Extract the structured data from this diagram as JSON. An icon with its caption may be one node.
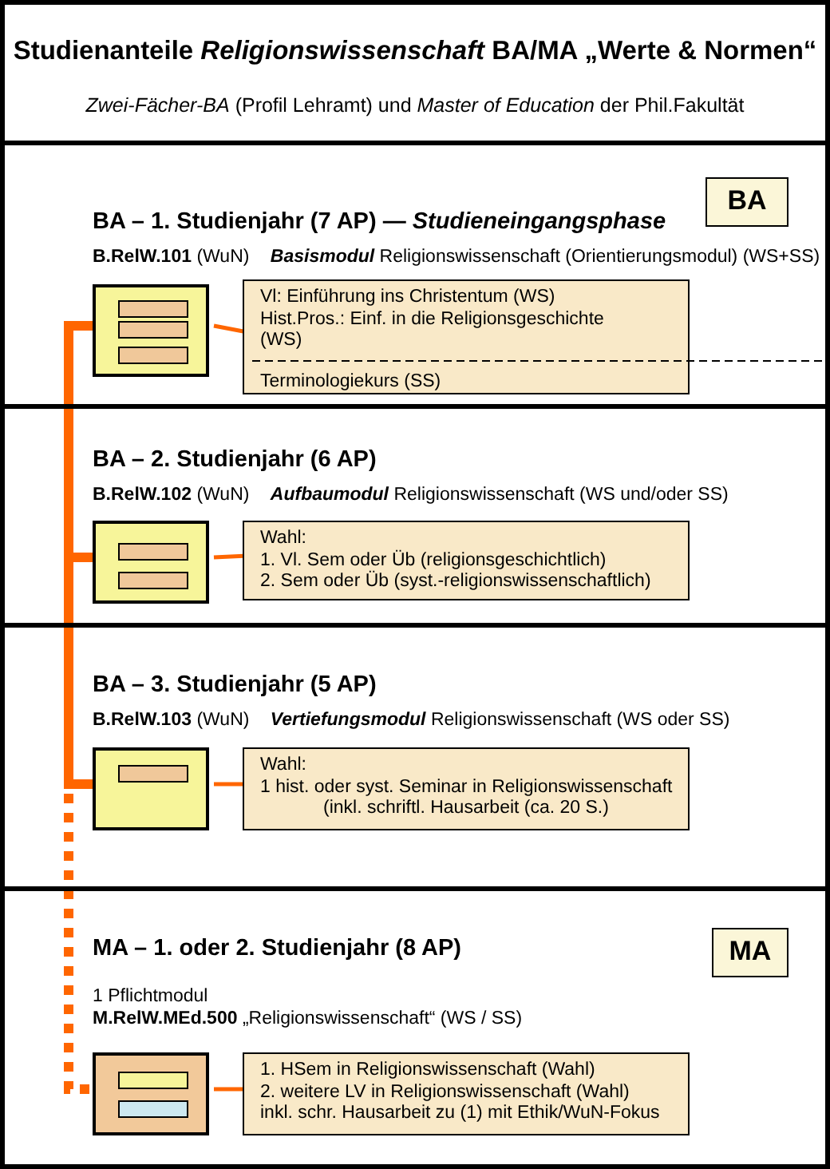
{
  "diagram": {
    "title": "Studienanteile *Religionswissenschaft* BA/MA „Werte & Normen“",
    "nodes": [
      {
        "text": [
          "BA – 1. Studienjahr (7 AP) — *Studieneingangsphase*",
          "**B.RelW.101** (WuN) *Basismodul* Religionswissenschaft (Orientierungsmodul) (WS+SS)"
        ]
      },
      {
        "text": [
          "BA"
        ],
        "in": 0
      },
      {
        "text": [],
        "shape": "box",
        "in": 0
      },
      {
        "text": [
          "Vl: Einführung ins Christentum (WS) Hist.Pros.: Einf. in die Religionsgeschichte (WS)",
          "Terminologiekurs (SS)"
        ],
        "in": 0
      },
      {
        "text": [
          "BA – 2. Studienjahr (6 AP)",
          "**B.RelW.102** (WuN) *Aufbaumodul* Religionswissenschaft (WS und/oder SS)"
        ]
      },
      {
        "text": [],
        "shape": "box",
        "in": 4
      },
      {
        "text": [
          "Wahl:",
          "1. Vl. Sem oder Üb (religionsgeschichtlich)",
          "2. Sem oder Üb (syst.-religionswissenschaftlich)"
        ],
        "in": 4
      },
      {
        "text": [
          "BA – 3. Studienjahr (5 AP)",
          "**B.RelW.103** (WuN) *Vertiefungsmodul* Religionswissenschaft (WS oder SS)"
        ]
      },
      {
        "text": [],
        "shape": "box",
        "in": 7
      },
      {
        "text": [
          "Wahl:",
          "1 hist. oder syst. Seminar in Religionswissenschaft",
          "(inkl. schriftl. Hausarbeit (ca. 20 S.)"
        ],
        "in": 7
      },
      {
        "text": [
          "MA – 1. oder 2. Studienjahr (8 AP)",
          "1 Pflichtmodul",
          "**M.RelW.MEd.500** „Religionswissenschaft“ (WS / SS)"
        ]
      },
      {
        "text": [
          "MA"
        ],
        "in": 10
      },
      {
        "text": [],
        "shape": "box",
        "in": 10
      },
      {
        "text": [
          "1. HSem in Religionswissenschaft (Wahl)",
          "2. weitere LV in Religionswissenschaft (Wahl)",
          "inkl. schr. Hausarbeit zu (1) mit Ethik/WuN-Fokus"
        ],
        "in": 10
      }
    ],
    "edges": [
      {
        "from": 2,
        "to": 3,
        "arrow": "none"
      },
      {
        "from": 5,
        "to": 6,
        "arrow": "none"
      },
      {
        "from": 8,
        "to": 9,
        "arrow": "none"
      },
      {
        "from": 12,
        "to": 13,
        "arrow": "none"
      },
      {
        "from": 2,
        "to": 5,
        "arrow": "none",
        "style": "thick"
      },
      {
        "from": 5,
        "to": 8,
        "arrow": "none",
        "style": "thick"
      },
      {
        "from": 8,
        "to": 12,
        "arrow": "none",
        "style": "dashed"
      }
    ],
    "labels": [
      "*Zwei-Fächer-BA* (Profil Lehramt) und *Master of Education* der Phil.Fakultät"
    ]
  }
}
